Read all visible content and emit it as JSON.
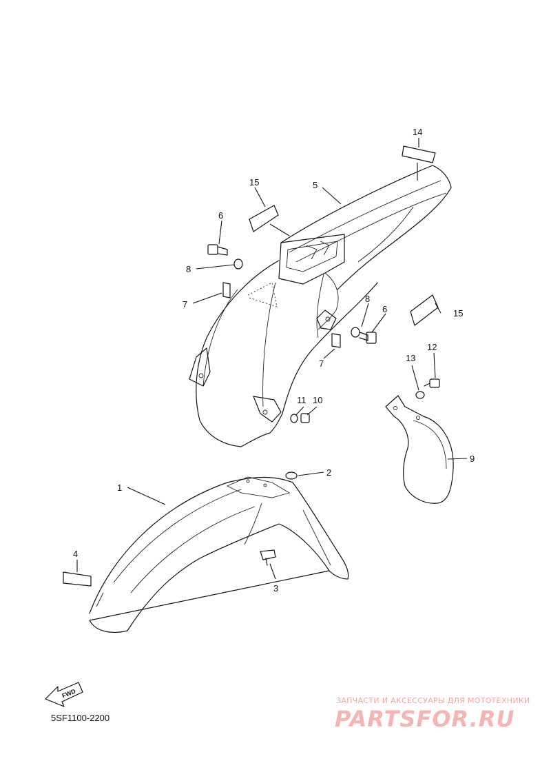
{
  "diagram": {
    "callouts": {
      "c1": "1",
      "c2": "2",
      "c3": "3",
      "c4": "4",
      "c5": "5",
      "c6a": "6",
      "c6b": "6",
      "c7a": "7",
      "c7b": "7",
      "c8a": "8",
      "c8b": "8",
      "c9": "9",
      "c10": "10",
      "c11": "11",
      "c12": "12",
      "c13": "13",
      "c14": "14",
      "c15a": "15",
      "c15b": "15"
    },
    "fwd_label": "FWD",
    "diagram_code": "5SF1100-2200"
  },
  "watermark": {
    "tagline": "ЗАПЧАСТИ И АКСЕССУАРЫ ДЛЯ МОТОТЕХНИКИ",
    "logo": "PARTSFOR.RU"
  }
}
